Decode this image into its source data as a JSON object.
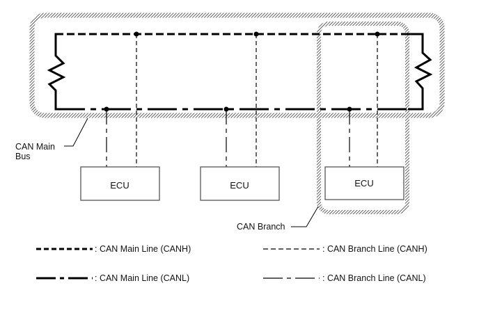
{
  "diagram": {
    "labels": {
      "main_bus_line1": "CAN Main",
      "main_bus_line2": "Bus",
      "branch": "CAN Branch"
    },
    "ecus": [
      {
        "label": "ECU"
      },
      {
        "label": "ECU"
      },
      {
        "label": "ECU"
      }
    ],
    "legend": [
      {
        "style": "main-canh",
        "text": ": CAN Main Line (CANH)"
      },
      {
        "style": "main-canl",
        "text": ": CAN Main Line (CANL)"
      },
      {
        "style": "branch-canh",
        "text": ": CAN Branch Line (CANH)"
      },
      {
        "style": "branch-canl",
        "text": ": CAN Branch Line (CANL)"
      }
    ],
    "colors": {
      "line": "#000000",
      "box_border": "#555555",
      "hatch": "#333333"
    }
  }
}
